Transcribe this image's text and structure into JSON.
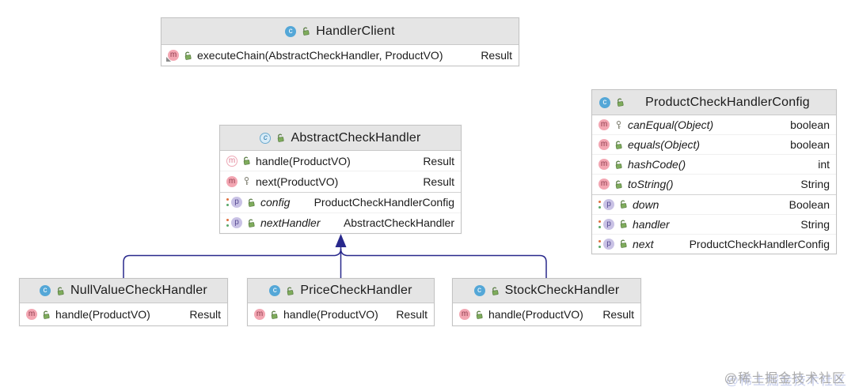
{
  "watermark": "@稀土掘金技术社区",
  "connector_color": "#28288c",
  "classes": [
    {
      "name": "HandlerClient",
      "members": [
        {
          "label": "executeChain(AbstractCheckHandler, ProductVO)",
          "type": "Result"
        }
      ]
    },
    {
      "name": "ProductCheckHandlerConfig",
      "members": [
        {
          "label": "canEqual(Object)",
          "type": "boolean"
        },
        {
          "label": "equals(Object)",
          "type": "boolean"
        },
        {
          "label": "hashCode()",
          "type": "int"
        },
        {
          "label": "toString()",
          "type": "String"
        },
        {
          "label": "down",
          "type": "Boolean"
        },
        {
          "label": "handler",
          "type": "String"
        },
        {
          "label": "next",
          "type": "ProductCheckHandlerConfig"
        }
      ]
    },
    {
      "name": "AbstractCheckHandler",
      "members": [
        {
          "label": "handle(ProductVO)",
          "type": "Result"
        },
        {
          "label": "next(ProductVO)",
          "type": "Result"
        },
        {
          "label": "config",
          "type": "ProductCheckHandlerConfig"
        },
        {
          "label": "nextHandler",
          "type": "AbstractCheckHandler"
        }
      ]
    },
    {
      "name": "NullValueCheckHandler",
      "members": [
        {
          "label": "handle(ProductVO)",
          "type": "Result"
        }
      ]
    },
    {
      "name": "PriceCheckHandler",
      "members": [
        {
          "label": "handle(ProductVO)",
          "type": "Result"
        }
      ]
    },
    {
      "name": "StockCheckHandler",
      "members": [
        {
          "label": "handle(ProductVO)",
          "type": "Result"
        }
      ]
    }
  ]
}
